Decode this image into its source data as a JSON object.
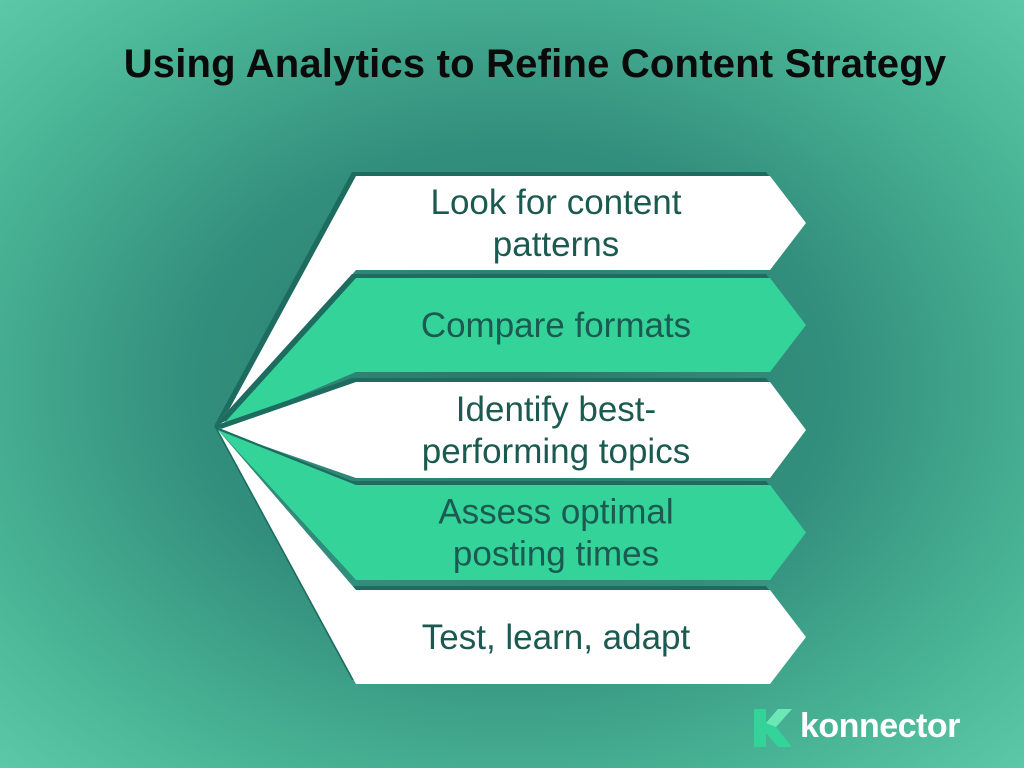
{
  "title": "Using Analytics to Refine Content Strategy",
  "steps": [
    {
      "lines": [
        "Look for content",
        "patterns"
      ],
      "fill": "#ffffff"
    },
    {
      "lines": [
        "Compare formats"
      ],
      "fill": "#34d399"
    },
    {
      "lines": [
        "Identify best-",
        "performing topics"
      ],
      "fill": "#ffffff"
    },
    {
      "lines": [
        "Assess optimal",
        "posting times"
      ],
      "fill": "#34d399"
    },
    {
      "lines": [
        "Test, learn, adapt"
      ],
      "fill": "#ffffff"
    }
  ],
  "colors": {
    "text": "#1b5a50",
    "shadow": "#1e6b5f",
    "title": "#0a0a0a"
  },
  "logo": {
    "text": "konnector",
    "icon": "konnector-k-icon"
  }
}
